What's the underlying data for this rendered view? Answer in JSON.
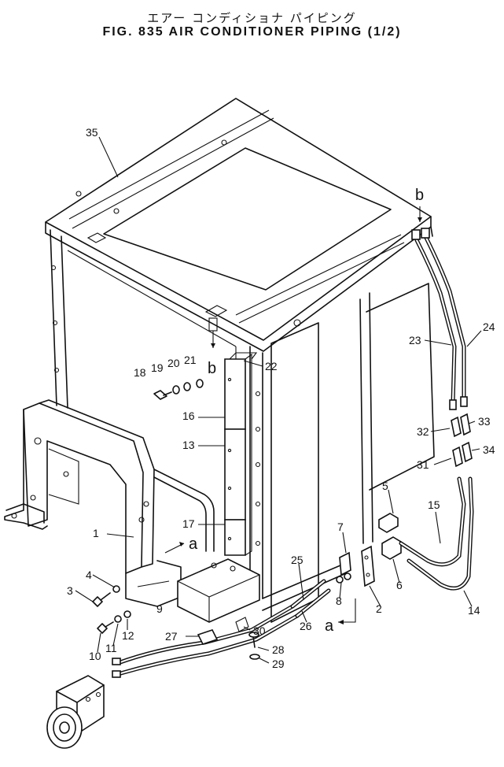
{
  "title_jp": "エアー コンディショナ パイピング",
  "title_en": "FIG. 835  AIR  CONDITIONER  PIPING  (1/2)",
  "callouts": {
    "c1": "1",
    "c2": "2",
    "c3": "3",
    "c4": "4",
    "c5": "5",
    "c6": "6",
    "c7": "7",
    "c8": "8",
    "c9": "9",
    "c10": "10",
    "c11": "11",
    "c12": "12",
    "c13": "13",
    "c14": "14",
    "c15": "15",
    "c16": "16",
    "c17": "17",
    "c18": "18",
    "c19": "19",
    "c20": "20",
    "c21": "21",
    "c22": "22",
    "c23": "23",
    "c24": "24",
    "c25": "25",
    "c26": "26",
    "c27": "27",
    "c28": "28",
    "c29": "29",
    "c30": "30",
    "c31": "31",
    "c32": "32",
    "c33": "33",
    "c34": "34",
    "c35": "35"
  },
  "refs": {
    "a_top": "a",
    "a_bottom": "a",
    "b_left": "b",
    "b_right": "b"
  }
}
